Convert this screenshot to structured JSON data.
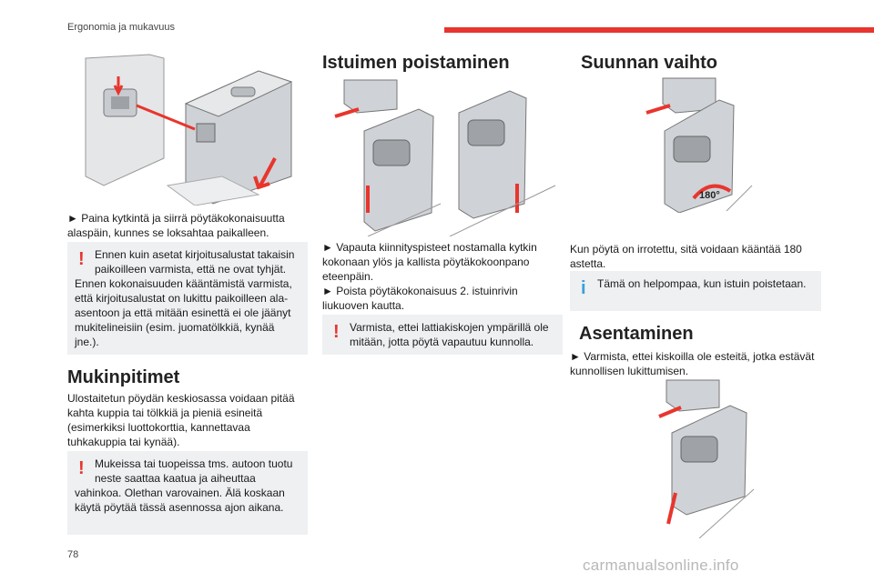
{
  "header": {
    "section_title": "Ergonomia ja mukavuus",
    "accent": "#e8352d"
  },
  "page_number": "78",
  "watermark": "carmanualsonline.info",
  "col1": {
    "step": "► Paina kytkintä ja siirrä pöytäkokonaisuutta alaspäin, kunnes se loksahtaa paikalleen.",
    "warning1": {
      "first": "Ennen kuin asetat kirjoitusalustat takaisin paikoilleen varmista, että ne ovat tyhjät.",
      "rest": "Ennen kokonaisuuden kääntämistä varmista, että kirjoitusalustat on lukittu paikoilleen ala-asentoon ja että mitään esinettä ei ole jäänyt mukitelineisiin (esim. juomatölkkiä, kynää jne.)."
    },
    "heading": "Mukinpitimet",
    "para": "Ulostaitetun pöydän keskiosassa voidaan pitää kahta kuppia tai tölkkiä ja pieniä esineitä (esimerkiksi luottokorttia, kannettavaa tuhkakuppia tai kynää).",
    "warning2": {
      "first": "Mukeissa tai tuopeissa tms. autoon tuotu neste saattaa kaatua ja aiheuttaa",
      "rest": "vahinkoa. Olethan varovainen. Älä koskaan käytä pöytää tässä asennossa ajon aikana."
    }
  },
  "col2": {
    "heading": "Istuimen poistaminen",
    "step1": "► Vapauta kiinnityspisteet nostamalla kytkin kokonaan ylös ja kallista pöytäkokoonpano eteenpäin.",
    "step2": "► Poista pöytäkokonaisuus 2. istuinrivin liukuoven kautta.",
    "warning": "Varmista, ettei lattiakiskojen ympärillä ole mitään, jotta pöytä vapautuu kunnolla."
  },
  "col3": {
    "heading": "Suunnan vaihto",
    "badge": "180°",
    "para": "Kun pöytä on irrotettu, sitä voidaan kääntää 180 astetta.",
    "info": "Tämä on helpompaa, kun istuin poistetaan.",
    "heading2": "Asentaminen",
    "step": "► Varmista, ettei kiskoilla ole esteitä, jotka estävät kunnollisen lukittumisen."
  },
  "colors": {
    "warning_mark": "#e8352d",
    "info_mark": "#3aa0d8",
    "box_bg": "#eef0f2"
  }
}
